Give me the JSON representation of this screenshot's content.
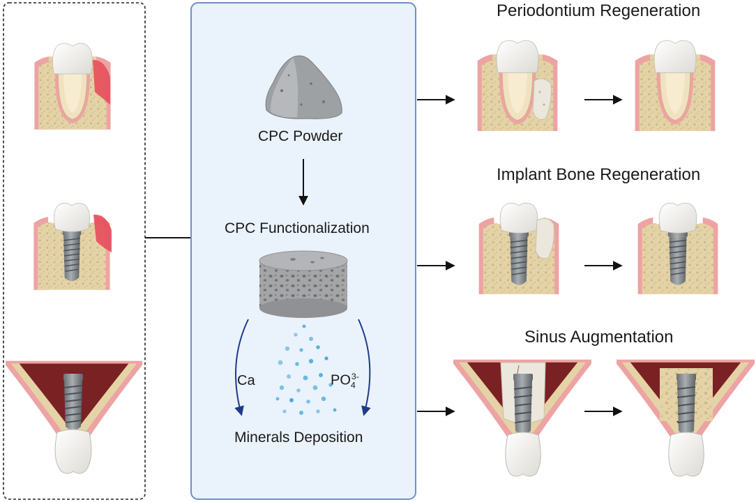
{
  "center_panel": {
    "powder_label": "CPC Powder",
    "functionalization_label": "CPC Functionalization",
    "ion_left": "Ca",
    "ion_right_base": "PO",
    "ion_right_sub": "4",
    "ion_right_sup": "3-",
    "deposition_label": "Minerals Deposition"
  },
  "applications": [
    {
      "title": "Periodontium Regeneration"
    },
    {
      "title": "Implant Bone Regeneration"
    },
    {
      "title": "Sinus Augmentation"
    }
  ],
  "colors": {
    "panel_fill": "#eaf2fb",
    "panel_border": "#6f8fc8",
    "gum": "#eda3a3",
    "gum_edge": "#d06767",
    "bone": "#e4d3a6",
    "inflamed": "#e74c5c",
    "enamel": "#f5f5f2",
    "root": "#f0e2c0",
    "implant": "#8d9399",
    "sinus": "#7a2124",
    "graft": "#ece7dc",
    "ion_dot": "#3aa4d4",
    "arrow": "#111111",
    "curve_arrow": "#1f3a86"
  }
}
